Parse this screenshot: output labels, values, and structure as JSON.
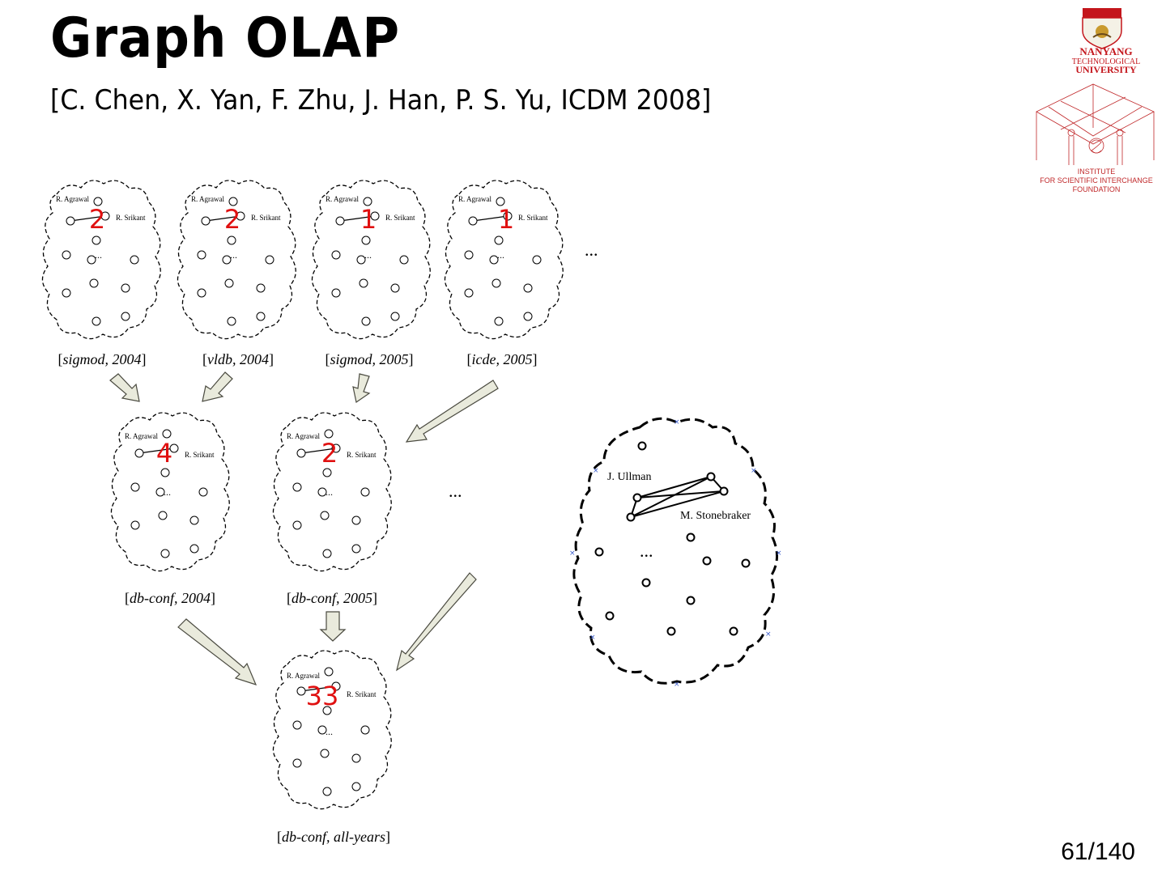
{
  "slide": {
    "title": "Graph OLAP",
    "citation": "[C. Chen, X. Yan, F. Zhu, J. Han, P. S. Yu, ICDM 2008]",
    "page_number": "61/140"
  },
  "logos": {
    "ntu": "NANYANG TECHNOLOGICAL UNIVERSITY",
    "isi": [
      "INSTITUTE",
      "FOR SCIENTIFIC INTERCHANGE",
      "FOUNDATION"
    ]
  },
  "graphs": {
    "author_a": "R. Agrawal",
    "author_b": "R. Srikant",
    "ellipsis": "...",
    "top_row": [
      {
        "venue": "sigmod",
        "year": "2004",
        "count": "2"
      },
      {
        "venue": "vldb",
        "year": "2004",
        "count": "2"
      },
      {
        "venue": "sigmod",
        "year": "2005",
        "count": "1"
      },
      {
        "venue": "icde",
        "year": "2005",
        "count": "1"
      }
    ],
    "middle_row": [
      {
        "venue": "db-conf",
        "year": "2004",
        "count": "4"
      },
      {
        "venue": "db-conf",
        "year": "2005",
        "count": "2"
      }
    ],
    "bottom": {
      "venue": "db-conf",
      "year": "all-years",
      "count": "33"
    },
    "right_graph": {
      "label_a": "J. Ullman",
      "label_b": "M. Stonebraker"
    }
  },
  "colors": {
    "count": "#e01010",
    "arrow_fill": "#e9eadc",
    "arrow_stroke": "#4a4a40",
    "ntu_red": "#c4161c",
    "isi_red": "#c0282a"
  }
}
